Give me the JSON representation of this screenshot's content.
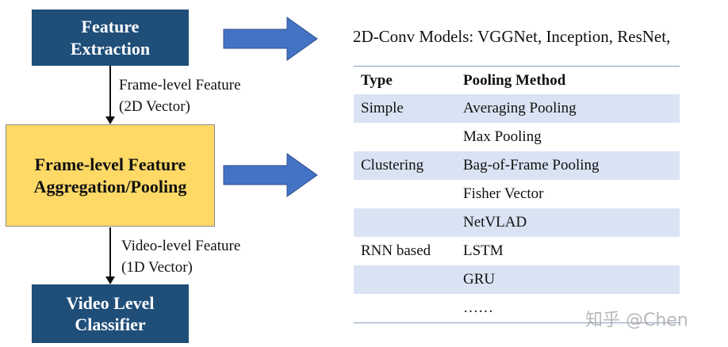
{
  "pipeline": {
    "feature_extraction": [
      "Feature",
      "Extraction"
    ],
    "pooling": [
      "Frame-level Feature",
      "Aggregation/Pooling"
    ],
    "classifier": [
      "Video Level",
      "Classifier"
    ],
    "edge_1": [
      "Frame-level Feature",
      "(2D Vector)"
    ],
    "edge_2": [
      "Video-level Feature",
      "(1D Vector)"
    ]
  },
  "conv_models": "2D-Conv Models: VGGNet, Inception, ResNet,",
  "table": {
    "headers": [
      "Type",
      "Pooling Method"
    ],
    "rows": [
      [
        "Simple",
        "Averaging Pooling"
      ],
      [
        "",
        "Max Pooling"
      ],
      [
        "Clustering",
        "Bag-of-Frame Pooling"
      ],
      [
        "",
        "Fisher Vector"
      ],
      [
        "",
        "NetVLAD"
      ],
      [
        "RNN based",
        "LSTM"
      ],
      [
        "",
        "GRU"
      ],
      [
        "",
        "……"
      ]
    ]
  },
  "watermark": "知乎 @Chen",
  "colors": {
    "box_blue": "#1f4e79",
    "box_yellow": "#ffd966",
    "arrow_blue": "#4472c4",
    "row_stripe": "#dae3f3"
  }
}
